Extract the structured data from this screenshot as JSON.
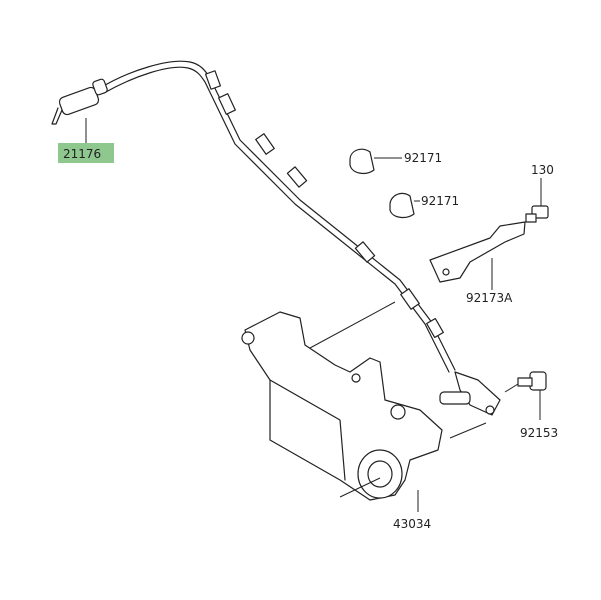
{
  "diagram": {
    "highlight_color": "#8fc88f",
    "parts": [
      {
        "number": "21176",
        "highlighted": true
      },
      {
        "number": "92171"
      },
      {
        "number": "92171"
      },
      {
        "number": "130"
      },
      {
        "number": "92173A"
      },
      {
        "number": "92153"
      },
      {
        "number": "43034"
      }
    ]
  }
}
